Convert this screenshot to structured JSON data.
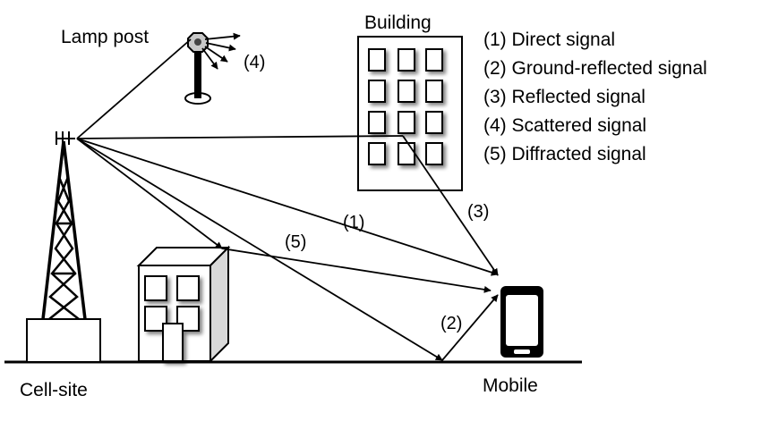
{
  "labels": {
    "lamp_post": "Lamp post",
    "building": "Building",
    "cell_site": "Cell-site",
    "mobile": "Mobile"
  },
  "legend": [
    "(1) Direct signal",
    "(2) Ground-reflected signal",
    "(3) Reflected signal",
    "(4) Scattered signal",
    "(5) Diffracted signal"
  ],
  "path_labels": {
    "direct": "(1)",
    "ground_reflected": "(2)",
    "reflected": "(3)",
    "scattered": "(4)",
    "diffracted": "(5)"
  }
}
